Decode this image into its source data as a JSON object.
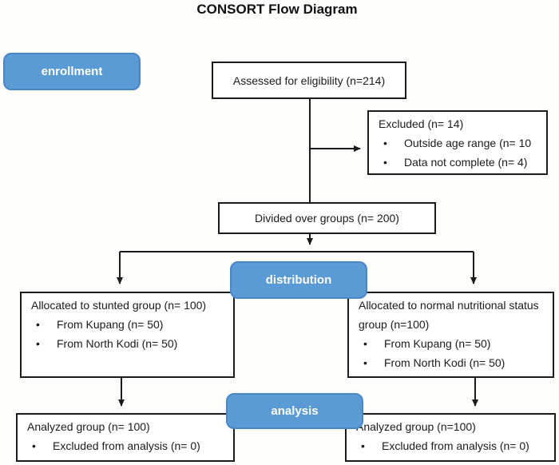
{
  "title": "CONSORT Flow Diagram",
  "stage_labels": {
    "enrollment": "enrollment",
    "distribution": "distribution",
    "analysis": "analysis"
  },
  "boxes": {
    "assessed": {
      "text": "Assessed for eligibility (n=214)"
    },
    "excluded": {
      "title": "Excluded (n= 14)",
      "bullets": [
        "Outside age range (n= 10",
        "Data not complete (n= 4)"
      ]
    },
    "divided": {
      "text": "Divided over groups (n= 200)"
    },
    "allocated_stunted": {
      "title": "Allocated to stunted group (n= 100)",
      "bullets": [
        "From Kupang (n= 50)",
        "From North Kodi (n= 50)"
      ]
    },
    "allocated_normal": {
      "title": "Allocated to normal nutritional status group (n=100)",
      "bullets": [
        "From Kupang (n= 50)",
        "From North Kodi (n= 50)"
      ]
    },
    "analyzed_stunted": {
      "title": "Analyzed group (n= 100)",
      "bullets": [
        "Excluded from analysis (n= 0)"
      ]
    },
    "analyzed_normal": {
      "title": "Analyzed group (n=100)",
      "bullets": [
        "Excluded from analysis (n= 0)"
      ]
    }
  },
  "colors": {
    "stage_fill": "#5B9BD5",
    "stage_border": "#4A86C8",
    "stage_text": "#FFFFFF",
    "box_border": "#1C1C1C",
    "connector": "#1C1C1C",
    "background": "#FDFDFC",
    "text": "#1B1B1B"
  }
}
